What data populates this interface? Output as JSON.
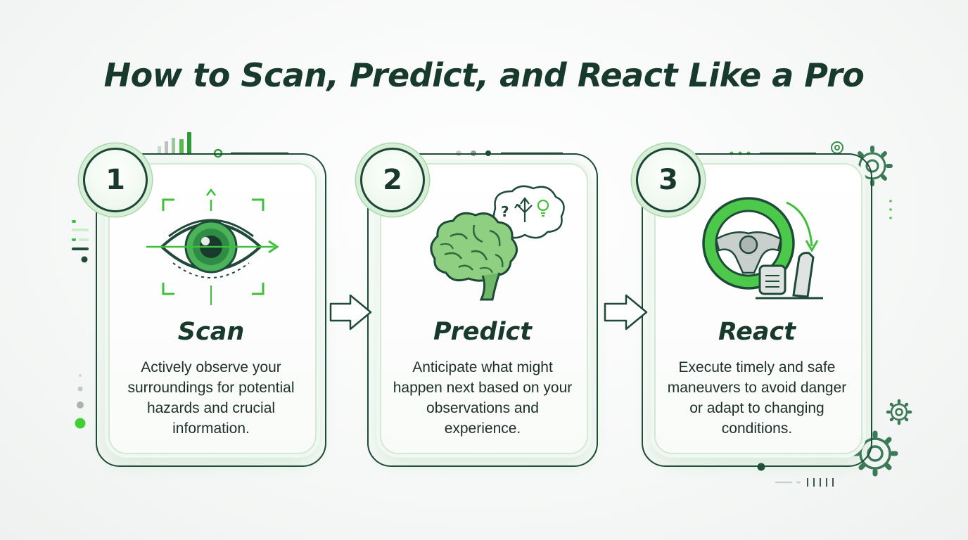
{
  "title": "How to Scan, Predict, and React Like a Pro",
  "steps": [
    {
      "number": "1",
      "title": "Scan",
      "description": "Actively observe your surroundings for potential hazards and crucial information.",
      "icon": "eye-icon"
    },
    {
      "number": "2",
      "title": "Predict",
      "description": "Anticipate what might happen next based on your observations and experience.",
      "icon": "brain-thought-icon"
    },
    {
      "number": "3",
      "title": "React",
      "description": "Execute timely and safe maneuvers to avoid danger or adapt to changing conditions.",
      "icon": "steering-wheel-pedals-icon"
    }
  ],
  "colors": {
    "dark_green": "#173a2c",
    "accent_green": "#3fbf3a",
    "light_green": "#cfeccd"
  }
}
